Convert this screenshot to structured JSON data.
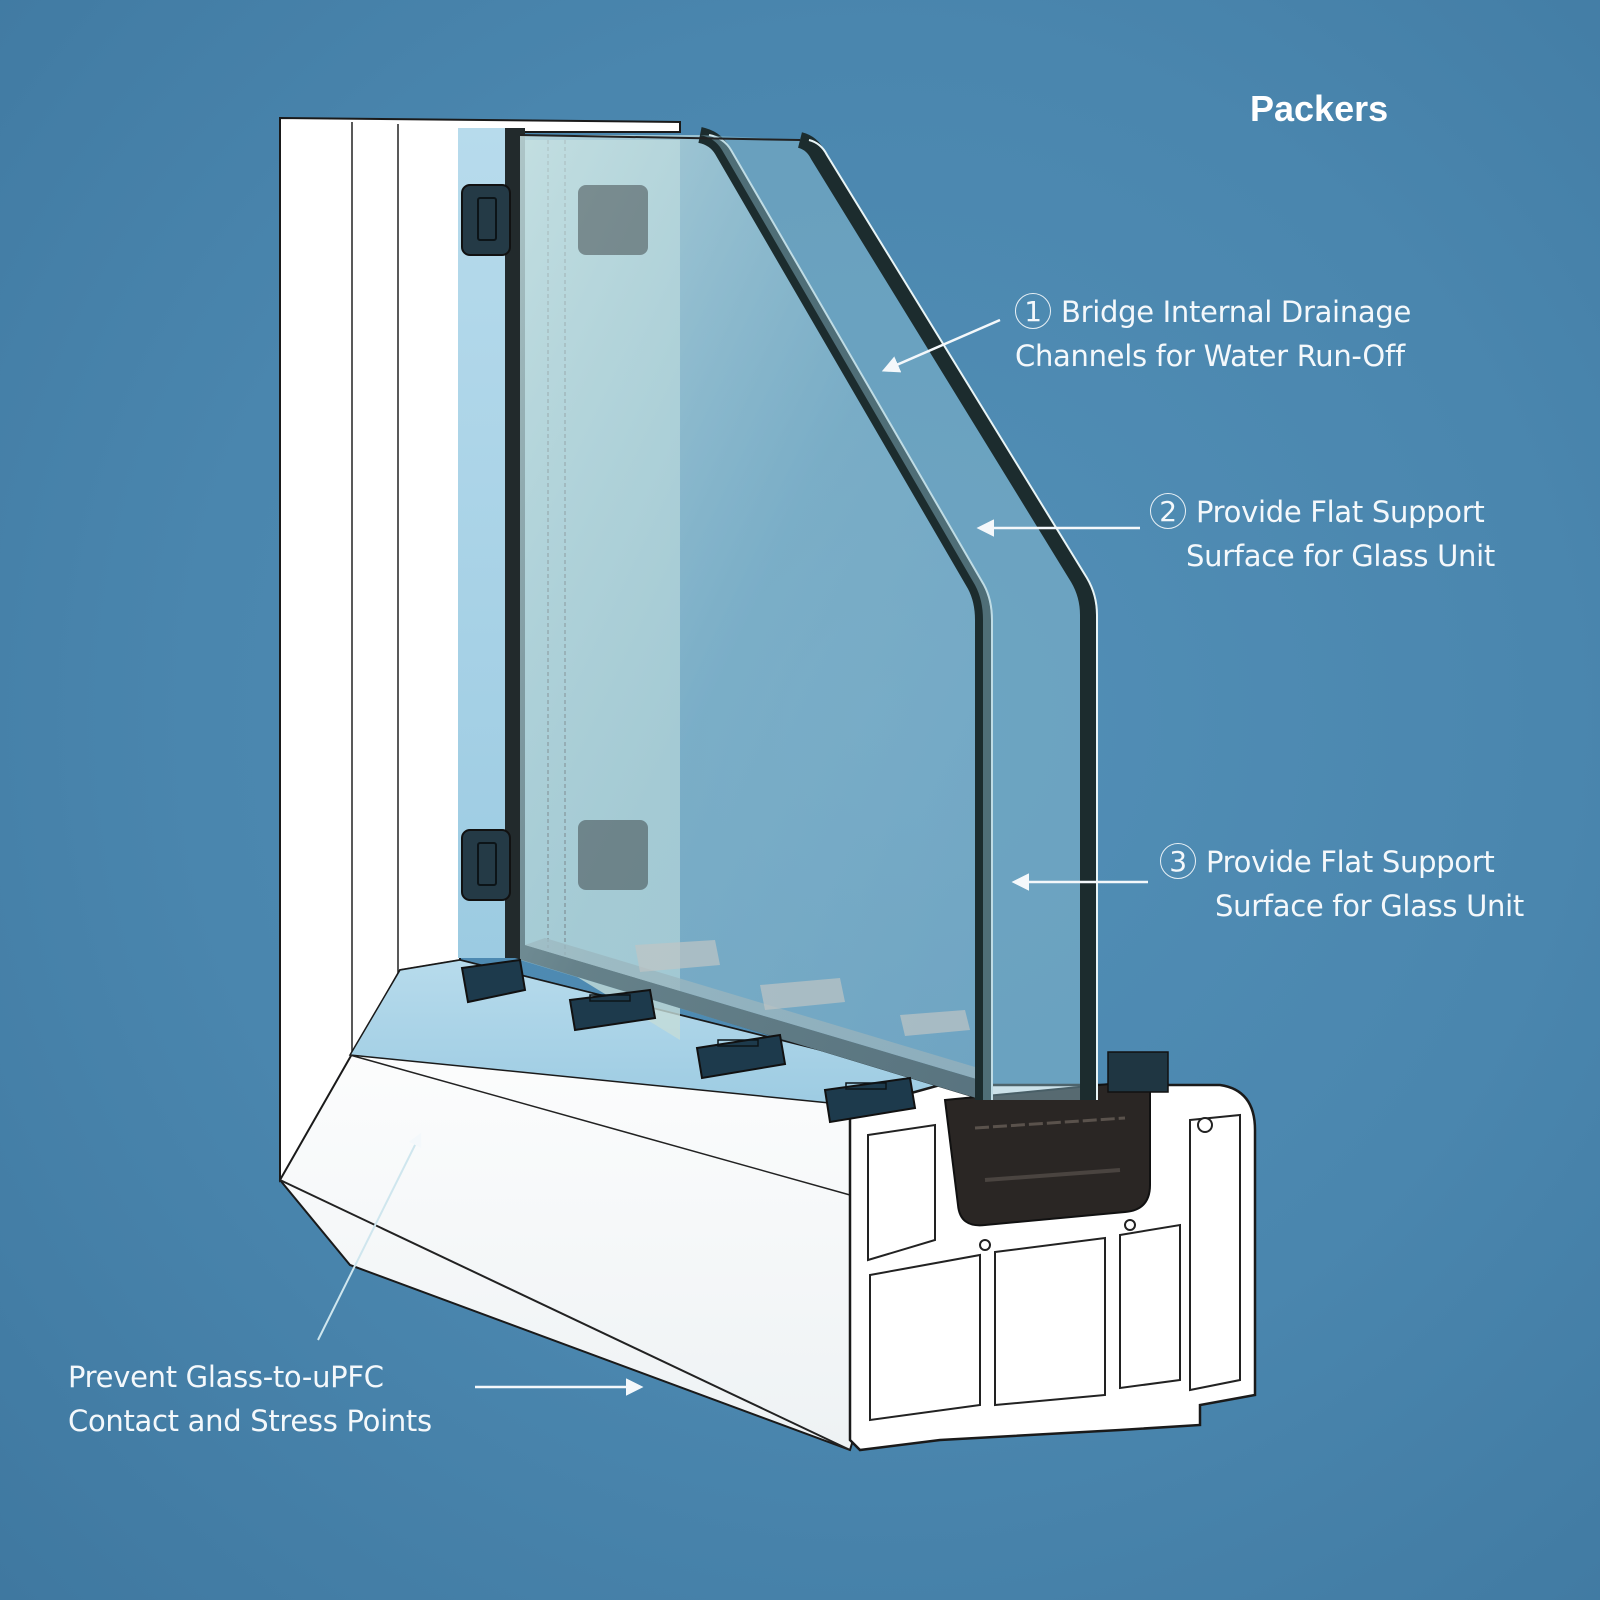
{
  "title": "Packers",
  "callouts": [
    {
      "number": "1",
      "line1": "Bridge Internal Drainage",
      "line2": "Channels for Water Run-Off"
    },
    {
      "number": "2",
      "line1": "Provide Flat Support",
      "line2": "Surface for Glass Unit"
    },
    {
      "number": "3",
      "line1": "Provide Flat Support",
      "line2": "Surface for Glass Unit"
    },
    {
      "number": "",
      "line1": "Prevent Glass-to-uPFC",
      "line2": "Contact and Stress Points"
    }
  ],
  "colors": {
    "background": "#4a86ae",
    "frame": "#ffffff",
    "rebate": "#a9d2e6",
    "packer": "#1d3a4c",
    "gasket": "#222a2c",
    "glass": "#b9dbe0",
    "annotation": "#f4f8fb"
  }
}
